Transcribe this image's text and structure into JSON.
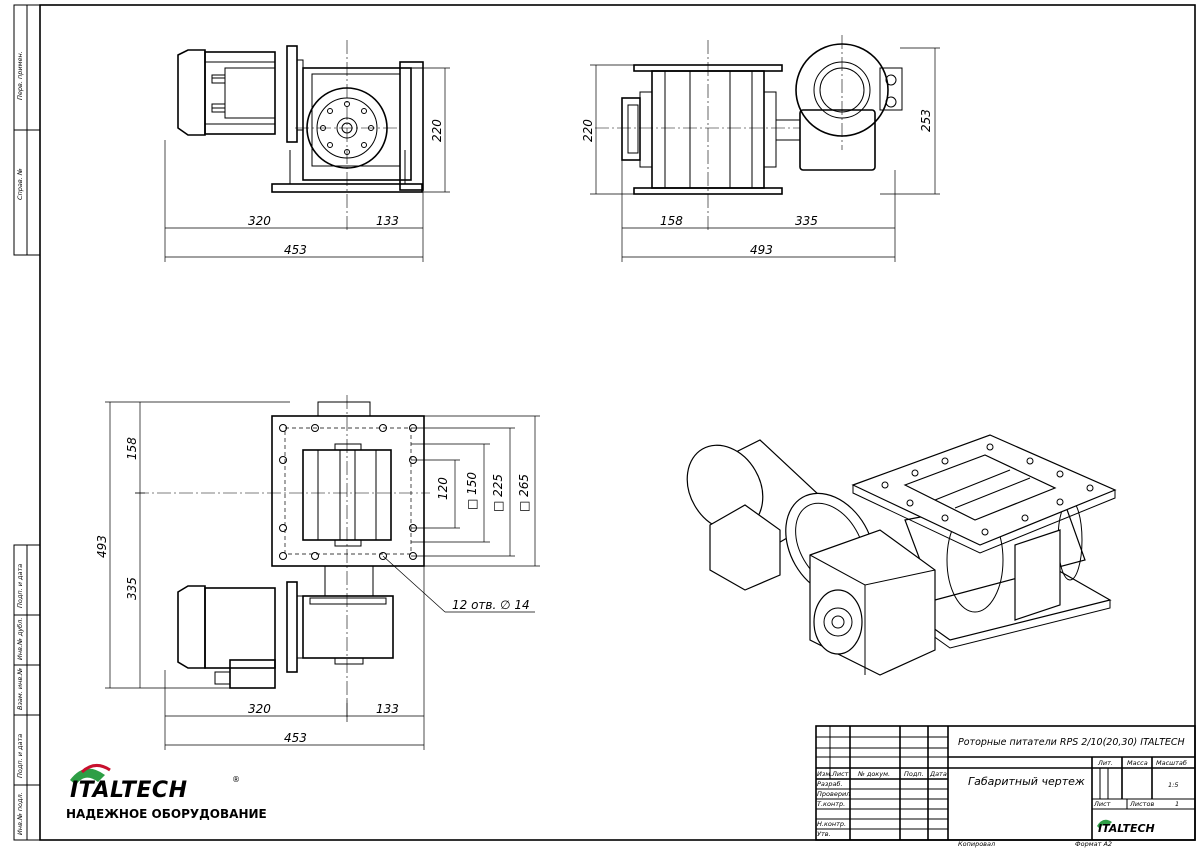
{
  "dimensions": {
    "front_view": {
      "motor_length": "320",
      "body_half": "133",
      "overall_width": "453",
      "height": "220"
    },
    "side_view": {
      "height": "220",
      "flange_to_motor": "253",
      "left_part": "158",
      "right_part": "335",
      "overall": "493"
    },
    "plan_view": {
      "top_part": "158",
      "bottom_part": "335",
      "overall": "493",
      "inner_120": "120",
      "sq150": "□ 150",
      "sq225": "□ 225",
      "sq265": "□ 265",
      "motor_length": "320",
      "body_half": "133",
      "overall_width": "453",
      "holes_note": "12 отв. ∅ 14"
    }
  },
  "side_strip": {
    "top": [
      "Перв. примен.",
      "Справ. №"
    ],
    "bottom": [
      "Подп. и дата",
      "Инв.№ дубл.",
      "Взам. инв.№",
      "Подп. и дата",
      "Инв.№ подл."
    ]
  },
  "logo": {
    "brand": "ITALTECH",
    "registered": "®",
    "tagline": "НАДЕЖНОЕ ОБОРУДОВАНИЕ",
    "colors": {
      "red": "#c8102e",
      "green": "#2e9e45"
    }
  },
  "title_block": {
    "product": "Роторные питатели RPS 2/10(20,30) ITALTECH",
    "document": "Габаритный чертеж",
    "headers": {
      "izm": "Изм.",
      "list": "Лист",
      "doc_no": "№ докум.",
      "sign": "Подп.",
      "date": "Дата"
    },
    "roles": [
      "Разраб.",
      "Проверил",
      "Т.контр.",
      "",
      "Н.контр.",
      "Утв."
    ],
    "lit": "Лит.",
    "mass": "Масса",
    "scale_label": "Масштаб",
    "scale_value": "1:5",
    "sheet_label": "Лист",
    "sheets_label": "Листов",
    "sheets_value": "1",
    "brand": "ITALTECH",
    "copied": "Копировал",
    "format": "Формат А2"
  }
}
